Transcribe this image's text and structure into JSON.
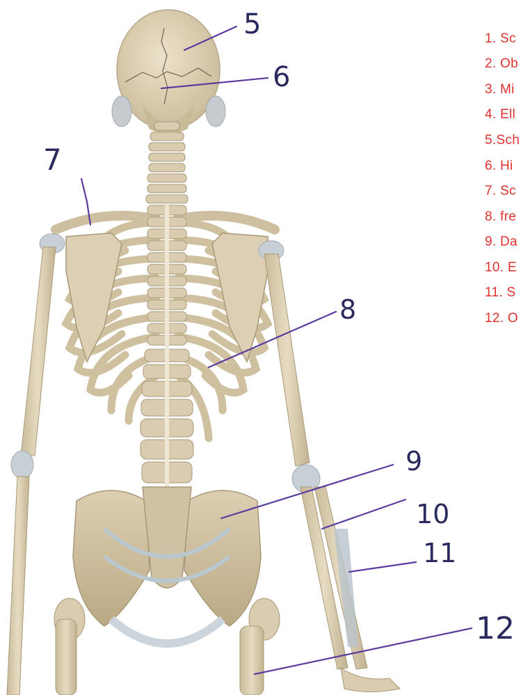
{
  "legend": {
    "items": [
      "1. Sc",
      "2. Ob",
      "3. Mi",
      "4. Ell",
      "5.Sch",
      "6. Hi",
      "7. Sc",
      "8. fre",
      "9. Da",
      "10. E",
      "11. S",
      "12. O"
    ]
  },
  "callouts": [
    "5",
    "6",
    "7",
    "8",
    "9",
    "10",
    "11",
    "12"
  ],
  "colors": {
    "legend_text": "#e0312e",
    "pointer_line": "#5b3a9e",
    "handwriting": "#2a2a5e",
    "bone": "#d9ccb0",
    "bone_shadow": "#b5a888",
    "ligament": "#b9c7cf"
  }
}
